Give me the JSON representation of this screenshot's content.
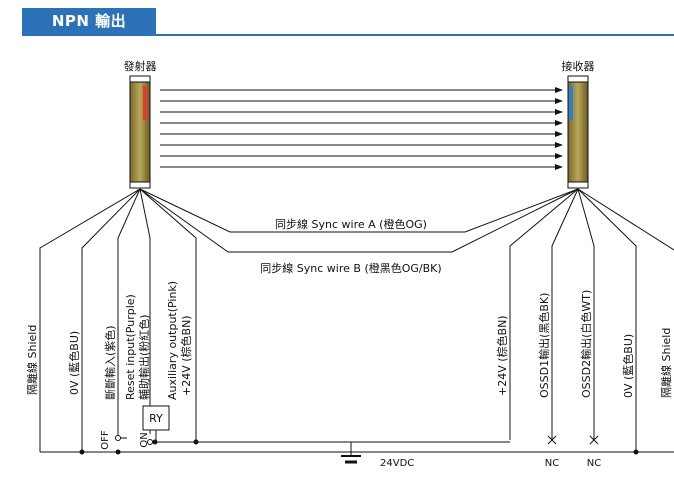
{
  "header": {
    "title": "NPN 輸出"
  },
  "devices": {
    "emitter": "發射器",
    "receiver": "接收器"
  },
  "sync": {
    "wire_a": "同步線 Sync wire A (橙色OG)",
    "wire_b": "同步線 Sync wire B (橙黑色OG/BK)"
  },
  "emitter_wires": [
    "隔離線 Shield",
    "0V (藍色BU)",
    "斷斷輸入(紫色)",
    "Reset input(Purple)",
    "輔助輸出(粉紅色)",
    "Auxiliary output(Pink)",
    "+24V (棕色BN)"
  ],
  "receiver_wires": [
    "+24V (棕色BN)",
    "OSSD1輸出(黑色BK)",
    "OSSD2輸出(白色WT)",
    "0V (藍色BU)",
    "隔離線 Shield"
  ],
  "components": {
    "relay": "RY",
    "off": "OFF",
    "on": "ON",
    "supply": "24VDC",
    "nc1": "NC",
    "nc2": "NC"
  },
  "colors": {
    "accent": "#2b72b8",
    "line": "#111111",
    "red_led": "#e33b2e",
    "blue_led": "#2f7fd1"
  }
}
